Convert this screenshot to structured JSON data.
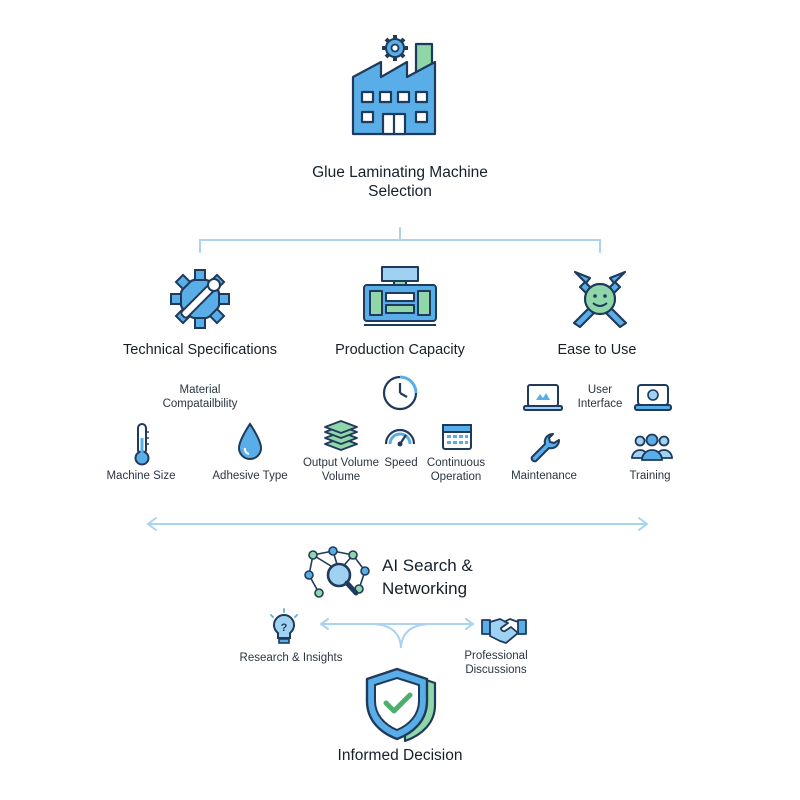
{
  "diagram": {
    "title": "Glue Laminating Machine Selection",
    "categories": {
      "technical": {
        "label": "Technical Specifications",
        "items": {
          "material": "Material Compatailbility",
          "size": "Machine Size",
          "adhesive": "Adhesive Type"
        }
      },
      "production": {
        "label": "Production Capacity",
        "items": {
          "output": "Output Volume Volume",
          "speed": "Speed",
          "continuous": "Continuous Operation"
        }
      },
      "ease": {
        "label": "Ease to Use",
        "items": {
          "ui": "User Interface",
          "maintenance": "Maintenance",
          "training": "Training"
        }
      }
    },
    "ai": {
      "label_line1": "AI Search &",
      "label_line2": "Networking"
    },
    "research": "Research & Insights",
    "discussions": "Professional Discussions",
    "decision": "Informed Decision",
    "colors": {
      "blue": "#5aaee8",
      "light_blue": "#9fd2f2",
      "green": "#8fd6a9",
      "outline": "#1f3a5a",
      "connector": "#a9d3ef"
    }
  }
}
